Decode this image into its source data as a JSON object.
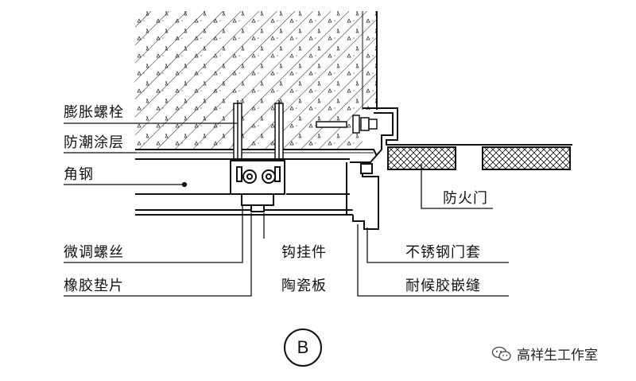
{
  "labels": {
    "expansion_bolt": "膨胀螺栓",
    "moisture_coating": "防潮涂层",
    "angle_steel": "角钢",
    "fire_door": "防火门",
    "fine_adjust_screw": "微调螺丝",
    "hook_hanger": "钩挂件",
    "stainless_door_frame": "不锈钢门套",
    "rubber_pad": "橡胶垫片",
    "ceramic_panel": "陶瓷板",
    "weather_sealant": "耐候胶嵌缝"
  },
  "section_mark": "B",
  "watermark": "高祥生工作室",
  "colors": {
    "line": "#111111",
    "paper": "#ffffff"
  }
}
